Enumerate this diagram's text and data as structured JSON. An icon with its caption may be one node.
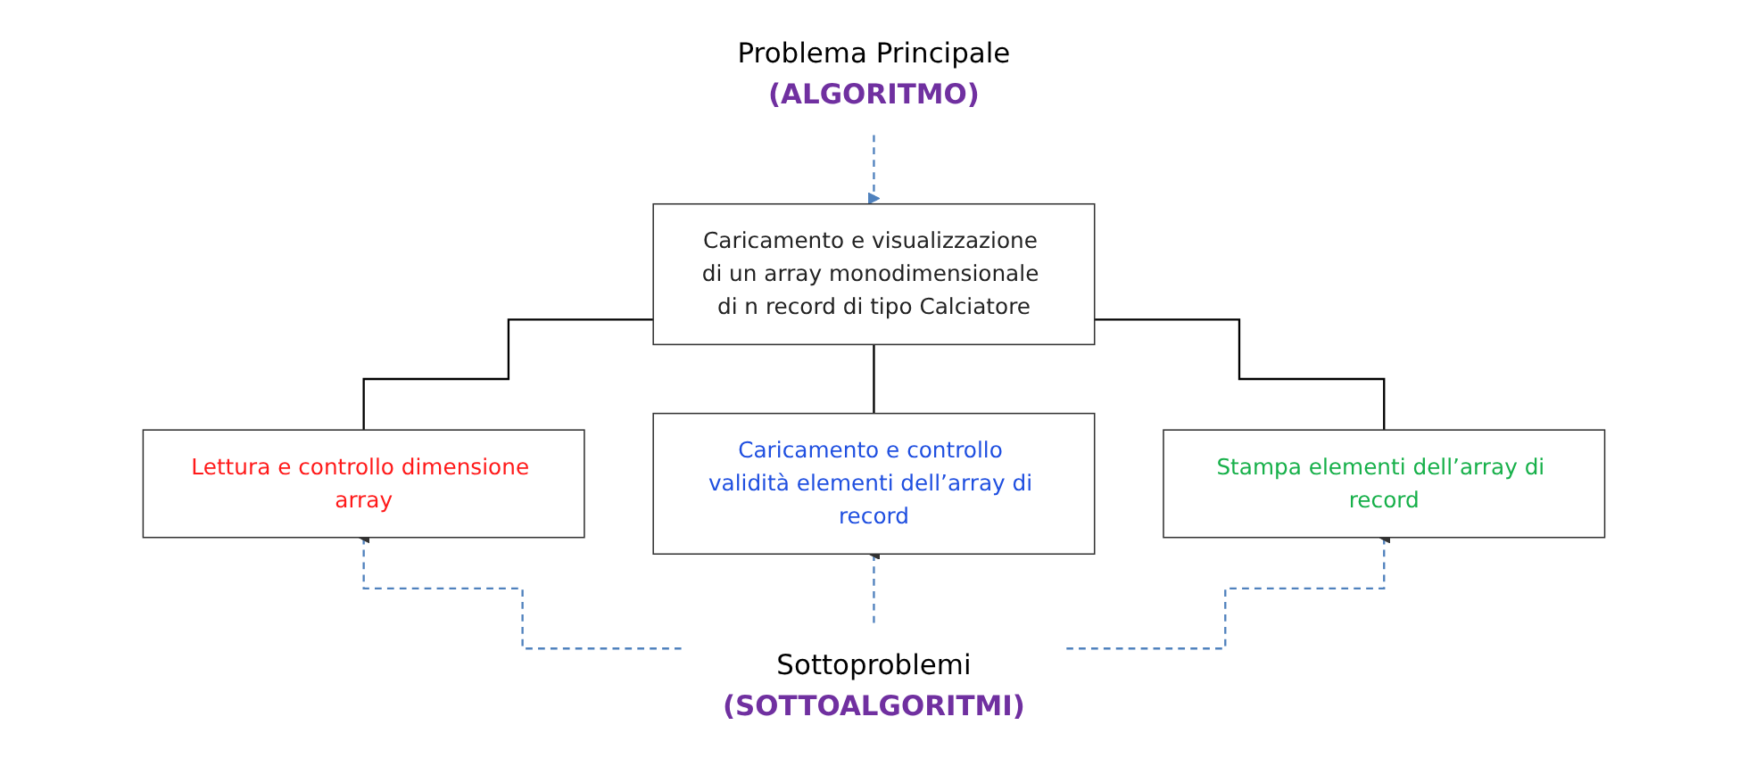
{
  "diagram": {
    "nodes": [
      {
        "text": [
          "Problema Principale",
          "(ALGORITMO)"
        ]
      },
      {
        "text": [
          "Caricamento e visualizzazione di un array monodimensionale di n record di tipo Calciatore"
        ]
      },
      {
        "text": [
          "Lettura e controllo dimensione array"
        ]
      },
      {
        "text": [
          "Caricamento e controllo validità elementi dell’array di record"
        ]
      },
      {
        "text": [
          "Stampa elementi dell’array di record"
        ]
      },
      {
        "text": [
          "Sottoproblemi",
          "(SOTTOALGORITMI)"
        ]
      }
    ],
    "edges": [
      {
        "from": 0,
        "to": 1,
        "arrow": "to",
        "style": "dashed",
        "color": "#4f81bd"
      },
      {
        "from": 1,
        "to": 2,
        "arrow": "none",
        "color": "#000000"
      },
      {
        "from": 1,
        "to": 3,
        "arrow": "none",
        "color": "#000000"
      },
      {
        "from": 1,
        "to": 4,
        "arrow": "none",
        "color": "#000000"
      },
      {
        "from": 5,
        "to": 2,
        "arrow": "to",
        "style": "dashed",
        "color": "#4f81bd"
      },
      {
        "from": 5,
        "to": 3,
        "arrow": "to",
        "style": "dashed",
        "color": "#4f81bd"
      },
      {
        "from": 5,
        "to": 4,
        "arrow": "to",
        "style": "dashed",
        "color": "#4f81bd"
      }
    ]
  }
}
